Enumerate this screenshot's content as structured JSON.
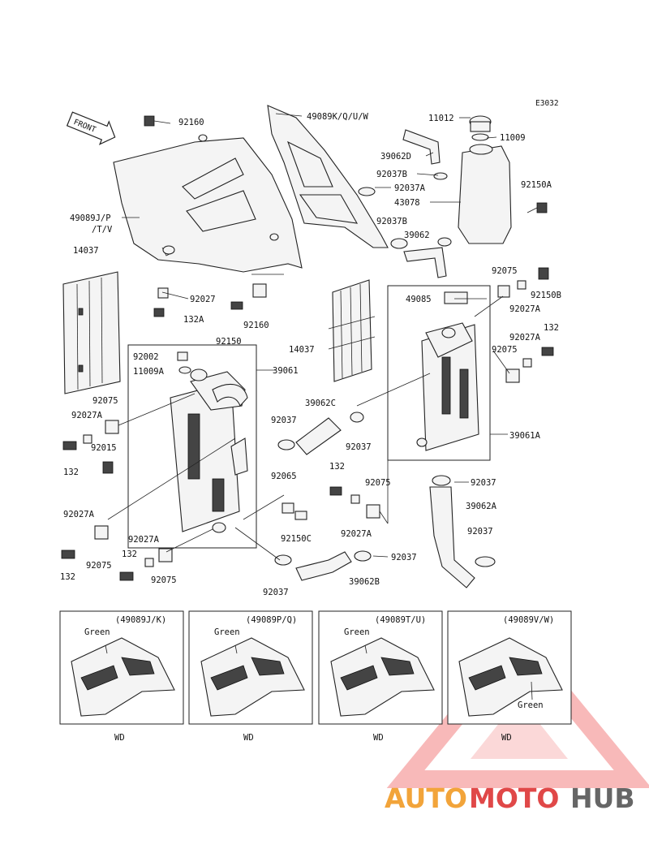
{
  "diagram_code": "E3032",
  "front_label": "FRONT",
  "labels": {
    "p92160_top": "92160",
    "p49089KQUW": "49089K/Q/U/W",
    "p11012": "11012",
    "p11009": "11009",
    "p39062D": "39062D",
    "p92037B_a": "92037B",
    "p92037A_a": "92037A",
    "p43078": "43078",
    "p92150A": "92150A",
    "p92037B_b": "92037B",
    "p39062_mid": "39062",
    "p49089JPTV_1": "49089J/P",
    "p49089JPTV_2": "/T/V",
    "p14037_left": "14037",
    "p92027_mid": "92027",
    "p132A": "132A",
    "p92160_mid": "92160",
    "p92150": "92150",
    "p49085": "49085",
    "p92075_r1": "92075",
    "p92027A_r1": "92027A",
    "p92150B": "92150B",
    "p14037_mid": "14037",
    "p92027A_r2": "92027A",
    "p132_r": "132",
    "p92075_r2": "92075",
    "p92002": "92002",
    "p11009A": "11009A",
    "p39061": "39061",
    "p92075_l1": "92075",
    "p92027A_l1": "92027A",
    "p92015": "92015",
    "p132_l1": "132",
    "p39062C": "39062C",
    "p92037_c1": "92037",
    "p92037_c2": "92037",
    "p39061A": "39061A",
    "p132_c": "132",
    "p92065": "92065",
    "p92075_c": "92075",
    "p92037_r3": "92037",
    "p39062A": "39062A",
    "p92027A_l2": "92027A",
    "p92150C": "92150C",
    "p92027A_c": "92027A",
    "p92037_r4": "92037",
    "p92027A_l3": "92027A",
    "p132_l2": "132",
    "p132_l3": "132",
    "p92075_l2": "92075",
    "p92075_l3": "92075",
    "p92037_b": "92037",
    "p39062B": "39062B",
    "p92037_r5": "92037"
  },
  "variants": [
    {
      "code": "(49089J/K)",
      "color": "Green",
      "sub": "WD"
    },
    {
      "code": "(49089P/Q)",
      "color": "Green",
      "sub": "WD"
    },
    {
      "code": "(49089T/U)",
      "color": "Green",
      "sub": "WD"
    },
    {
      "code": "(49089V/W)",
      "color": "Green",
      "sub": "WD"
    }
  ],
  "watermark": {
    "part1": "AUTO",
    "part2": "MOTO",
    "part3": "HUB"
  },
  "colors": {
    "watermark_orange": "#f2a43a",
    "watermark_red": "#e04848",
    "watermark_gray": "#666666"
  }
}
